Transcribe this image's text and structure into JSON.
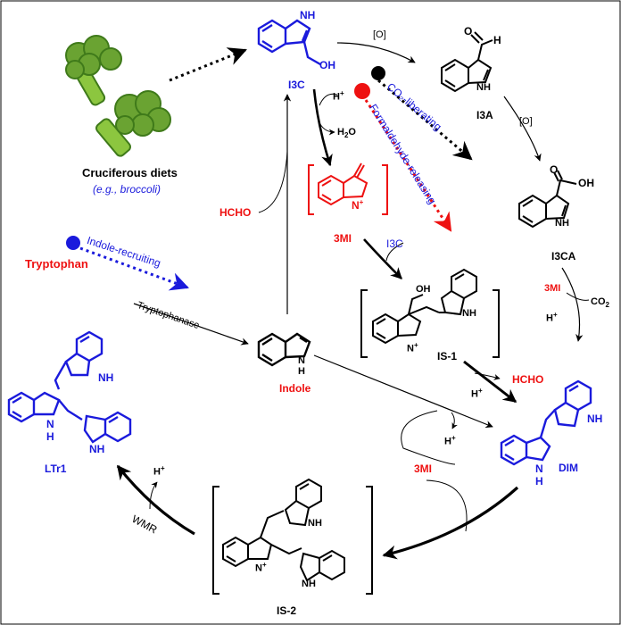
{
  "colors": {
    "blue": "#1a1adc",
    "red": "#ee1111",
    "black": "#000000",
    "broccoli_dark": "#3f7a1a",
    "broccoli_light": "#8cc63f"
  },
  "sources": {
    "title": "Cruciferous diets",
    "example": "(e.g., broccoli)",
    "tryptophan": "Tryptophan"
  },
  "compounds": {
    "i3c": "I3C",
    "i3c_oh": "OH",
    "i3c_nh": "H",
    "i3a": "I3A",
    "i3a_h": "H",
    "i3a_o": "O",
    "i3ca": "I3CA",
    "i3ca_oh": "OH",
    "i3ca_o": "O",
    "three_mi": "3MI",
    "is1": "IS-1",
    "is1_oh": "OH",
    "indole": "Indole",
    "dim": "DIM",
    "is2": "IS-2",
    "ltr1": "LTr1",
    "nh": "NH",
    "n": "N",
    "h": "H",
    "nplus": "N",
    "plus": "+"
  },
  "pathways": {
    "co2_liberating": "CO₂-liberating",
    "formaldehyde_releasing": "Formaldehyde-releasing",
    "indole_recruiting": "Indole-recruiting",
    "tryptophanase": "Tryptophanase",
    "wmr": "WMR"
  },
  "reagents": {
    "oxidant_1": "[O]",
    "oxidant_2": "[O]",
    "hplus_1": "H",
    "h2o": "H",
    "h2o_sub": "2",
    "h2o_o": "O",
    "hcho_left": "HCHO",
    "i3c_reagent": "I3C",
    "three_mi_1": "3MI",
    "co2": "CO",
    "co2_sub": "2",
    "hplus_2": "H",
    "hcho_right": "HCHO",
    "hplus_3": "H",
    "hplus_4": "H",
    "three_mi_2": "3MI",
    "hplus_5": "H",
    "plus_sign": "+"
  }
}
